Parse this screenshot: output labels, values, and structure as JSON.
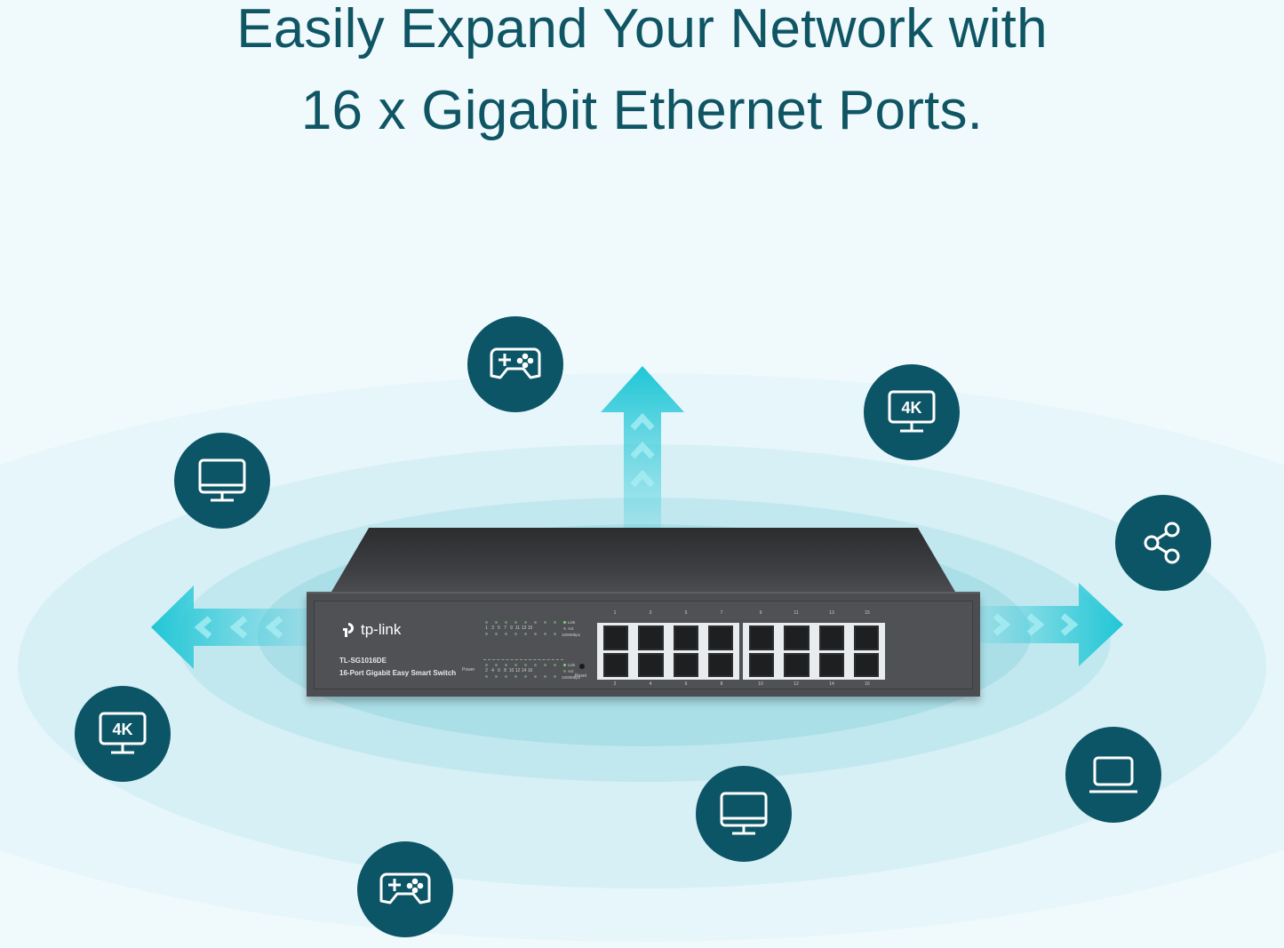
{
  "headline": {
    "line1": "Easily Expand Your Network with",
    "line2": "16 x Gigabit Ethernet Ports."
  },
  "colors": {
    "headline": "#0f5563",
    "icon_circle": "#0c5566",
    "arrow": "#1fc6d6",
    "background": "#f0fafd"
  },
  "devices": [
    {
      "icon": "gamepad-icon",
      "position": "top-center-left"
    },
    {
      "icon": "monitor-4k-icon",
      "position": "top-right",
      "label": "4K"
    },
    {
      "icon": "monitor-icon",
      "position": "left"
    },
    {
      "icon": "share-icon",
      "position": "right"
    },
    {
      "icon": "monitor-4k-icon",
      "position": "bottom-left",
      "label": "4K"
    },
    {
      "icon": "laptop-icon",
      "position": "bottom-right"
    },
    {
      "icon": "monitor-icon",
      "position": "bottom-center"
    },
    {
      "icon": "gamepad-icon",
      "position": "bottom-left-center"
    }
  ],
  "switch": {
    "brand": "tp-link",
    "model": "TL-SG1016DE",
    "description": "16-Port Gigabit Easy Smart Switch",
    "power_label": "Power",
    "reset_label": "Reset",
    "led_odd": [
      "1",
      "3",
      "5",
      "7",
      "9",
      "11",
      "13",
      "15"
    ],
    "led_even": [
      "2",
      "4",
      "6",
      "8",
      "10",
      "12",
      "14",
      "16"
    ],
    "led_legend": [
      "Link",
      "Act",
      "1000Mbps"
    ],
    "ports_top": [
      "1",
      "3",
      "5",
      "7",
      "9",
      "11",
      "13",
      "15"
    ],
    "ports_bottom": [
      "2",
      "4",
      "6",
      "8",
      "10",
      "12",
      "14",
      "16"
    ]
  }
}
